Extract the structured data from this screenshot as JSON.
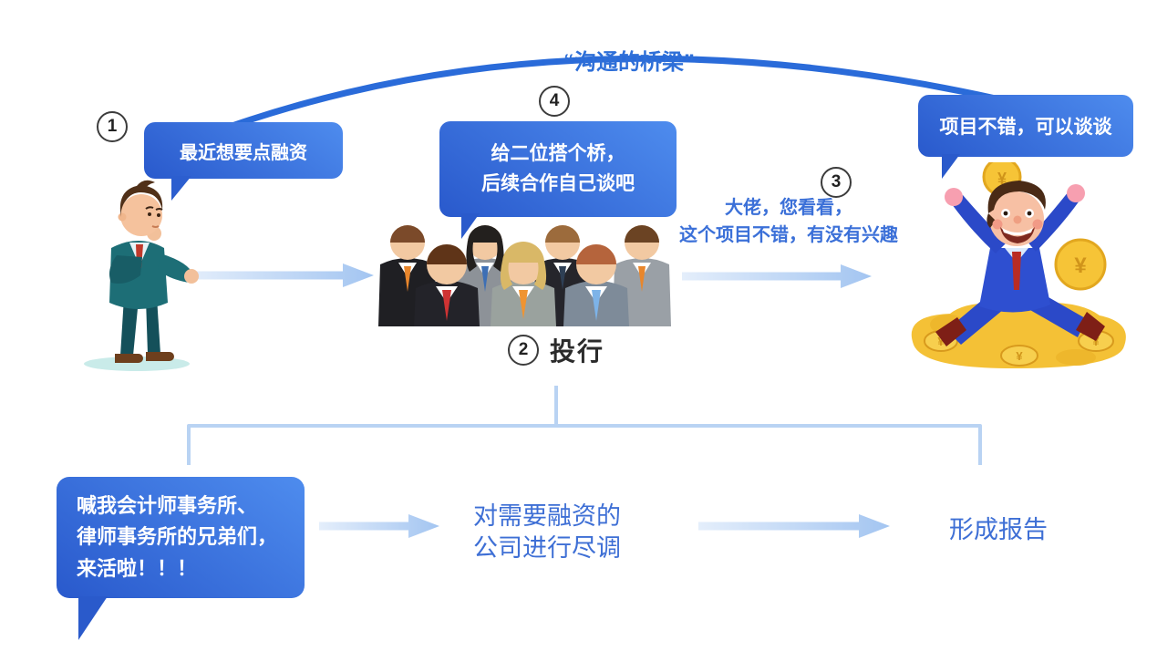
{
  "diagram": {
    "bridge_label": "“沟通的桥梁”",
    "steps": {
      "step1": {
        "number": "1",
        "bubble": "最近想要点融资"
      },
      "step2": {
        "number": "2",
        "label": "投行"
      },
      "step3": {
        "number": "3",
        "caption_line1": "大佬，您看看，",
        "caption_line2": "这个项目不错，有没有兴趣",
        "bubble": "项目不错，可以谈谈"
      },
      "step4": {
        "number": "4",
        "bubble_line1": "给二位搭个桥，",
        "bubble_line2": "后续合作自己谈吧"
      }
    },
    "bottom_flow": {
      "bubble_line1": "喊我会计师事务所、",
      "bubble_line2": "律师事务所的兄弟们，",
      "bubble_line3": "来活啦！！！",
      "due_diligence_line1": "对需要融资的",
      "due_diligence_line2": "公司进行尽调",
      "report": "形成报告"
    },
    "colors": {
      "bubble_blue_start": "#4e8cee",
      "bubble_blue_end": "#2959cc",
      "arc_blue": "#2a6bd9",
      "caption_blue": "#3b70d8",
      "flow_text_blue": "#3e6fd5",
      "arrow_light_start": "#e4eefb",
      "arrow_light_end": "#a3c5f1",
      "bracket_blue": "#b9d3f3",
      "coin_gold": "#f4c136"
    }
  }
}
